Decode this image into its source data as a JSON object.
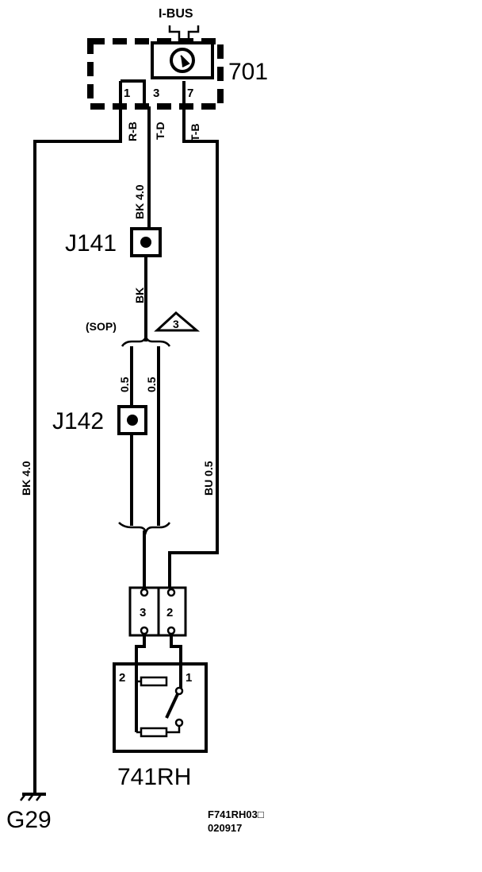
{
  "components": {
    "module_701": {
      "bus_label": "I-BUS",
      "id": "701",
      "pins": [
        "1",
        "3",
        "7"
      ]
    },
    "splice_j141": {
      "id": "J141"
    },
    "splice_j142": {
      "id": "J142"
    },
    "switch_741rh": {
      "id": "741RH",
      "pins": [
        "2",
        "1"
      ]
    },
    "connector": {
      "pins": [
        "3",
        "2"
      ]
    },
    "ground_g29": {
      "id": "G29"
    }
  },
  "wires": {
    "pin1_color": "R-B",
    "pin3_color": "T-D",
    "pin7_color": "T-B",
    "center_gauge": "BK  4.0",
    "center_lower": "BK",
    "left_long": "BK  4.0",
    "right_long": "BU  0.5",
    "pair_left_gauge": "0.5",
    "pair_right_gauge": "0.5"
  },
  "notes": {
    "sop": "(SOP)",
    "warning_number": "3"
  },
  "footer": {
    "figure_code": "F741RH03□",
    "date_code": "020917"
  }
}
